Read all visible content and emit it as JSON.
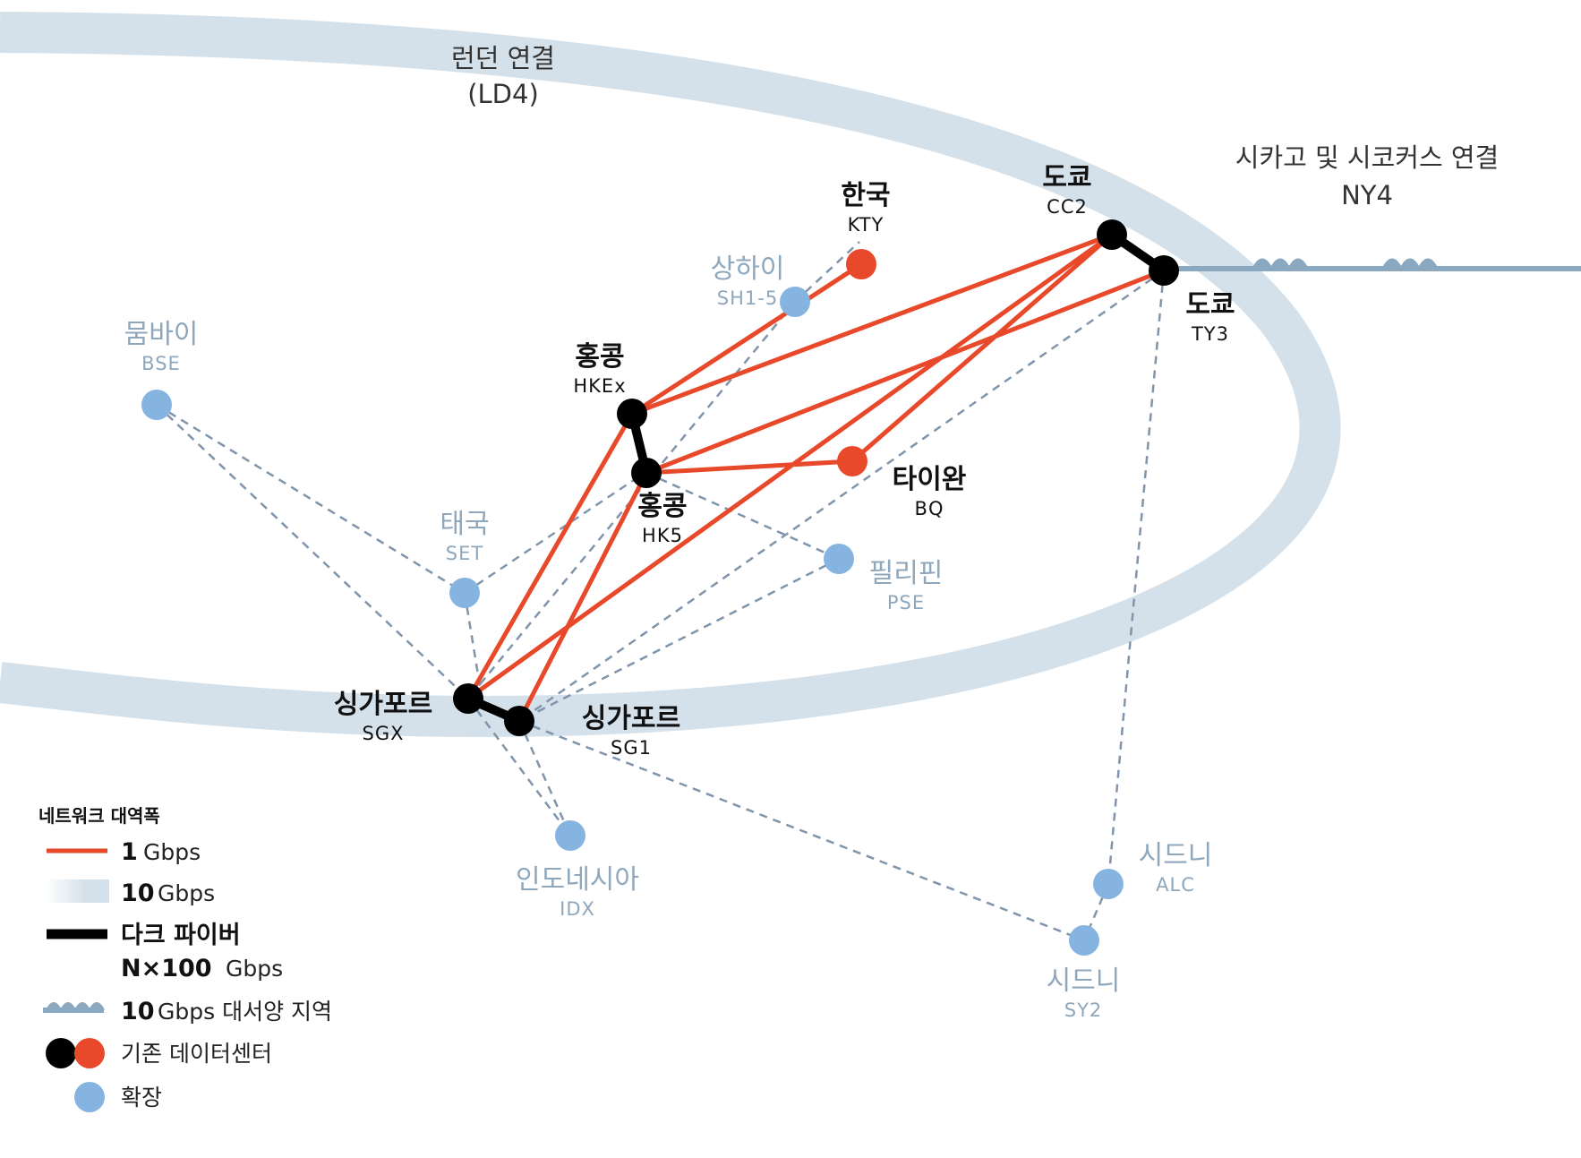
{
  "regions": {
    "london": {
      "name": "런던 연결",
      "code": "(LD4)"
    },
    "chicago": {
      "name": "시카고 및 시코커스 연결",
      "code": "NY4"
    }
  },
  "sites": {
    "tokyo_cc2": {
      "name": "도쿄",
      "code": "CC2",
      "type": "existing-black"
    },
    "tokyo_ty3": {
      "name": "도쿄",
      "code": "TY3",
      "type": "existing-black"
    },
    "korea": {
      "name": "한국",
      "code": "KTY",
      "type": "existing-orange"
    },
    "shanghai": {
      "name": "상하이",
      "code": "SH1-5",
      "type": "expansion"
    },
    "mumbai": {
      "name": "뭄바이",
      "code": "BSE",
      "type": "expansion"
    },
    "hk_hkex": {
      "name": "홍콩",
      "code": "HKEx",
      "type": "existing-black"
    },
    "hk_hk5": {
      "name": "홍콩",
      "code": "HK5",
      "type": "existing-black"
    },
    "taiwan": {
      "name": "타이완",
      "code": "BQ",
      "type": "existing-orange"
    },
    "thailand": {
      "name": "태국",
      "code": "SET",
      "type": "expansion"
    },
    "philippines": {
      "name": "필리핀",
      "code": "PSE",
      "type": "expansion"
    },
    "sgx": {
      "name": "싱가포르",
      "code": "SGX",
      "type": "existing-black"
    },
    "sg1": {
      "name": "싱가포르",
      "code": "SG1",
      "type": "existing-black"
    },
    "indonesia": {
      "name": "인도네시아",
      "code": "IDX",
      "type": "expansion"
    },
    "sydney_alc": {
      "name": "시드니",
      "code": "ALC",
      "type": "expansion"
    },
    "sydney_sy2": {
      "name": "시드니",
      "code": "SY2",
      "type": "expansion"
    }
  },
  "legend": {
    "title": "네트워크 대역폭",
    "one_gbps_num": "1",
    "one_gbps_unit": "Gbps",
    "ten_gbps_num": "10",
    "ten_gbps_unit": "Gbps",
    "dark_fiber_label": "다크 파이버",
    "dark_fiber_num": "N×100",
    "dark_fiber_unit": "Gbps",
    "transatlantic_num": "10",
    "transatlantic_unit": "Gbps 대서양 지역",
    "existing_dc": "기존 데이터센터",
    "expansion": "확장"
  },
  "colors": {
    "one_gbps": "#e8492a",
    "ten_gbps_band": "#d5e1ea",
    "dark_fiber": "#000000",
    "existing_orange": "#e8492a",
    "expansion": "#86b4e0",
    "dashed_link": "#8094ab",
    "transatlantic": "#8aa8c0"
  }
}
